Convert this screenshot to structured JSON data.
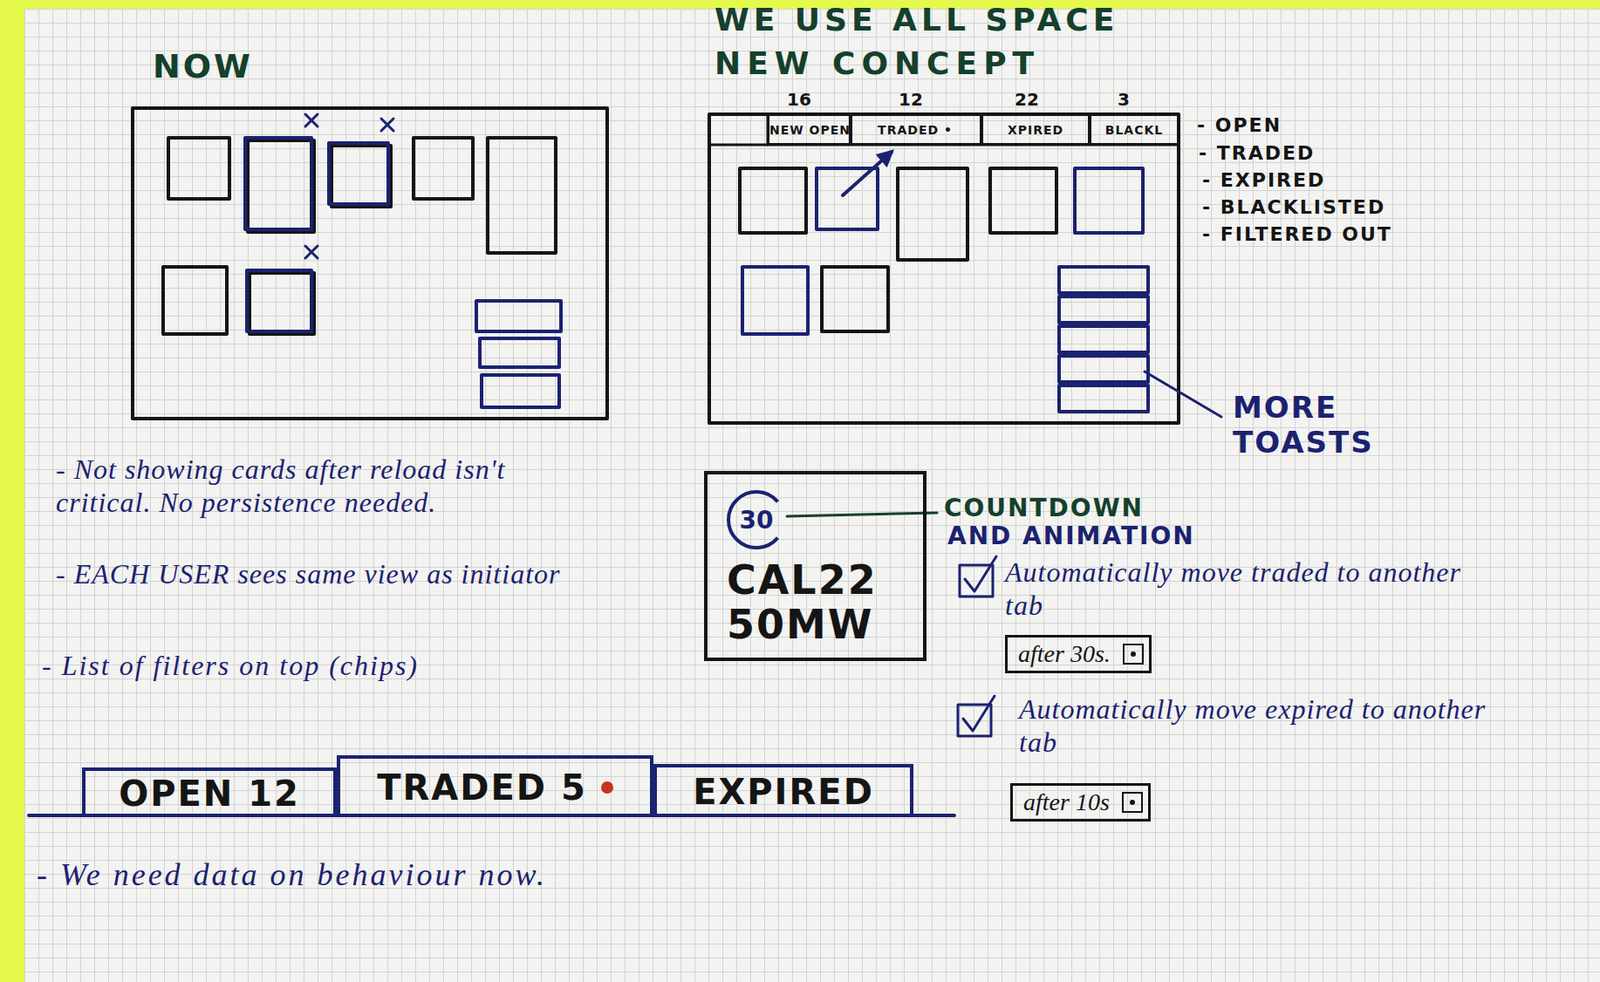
{
  "diagram": {
    "nodes": [
      {
        "text": [
          "NEW OPEN"
        ]
      },
      {
        "text": [
          "TRADED •"
        ]
      },
      {
        "text": [
          "XPIRED"
        ]
      },
      {
        "text": [
          "BLACKL"
        ]
      },
      {
        "text": [
          "CAL22",
          "50MW"
        ]
      },
      {
        "text": [
          "30"
        ],
        "in": 4
      },
      {
        "text": [
          "after 30s."
        ]
      },
      {
        "text": [
          "after 10s"
        ]
      },
      {
        "text": [
          "OPEN 12"
        ]
      },
      {
        "text": [
          "TRADED 5"
        ]
      },
      {
        "text": [
          "EXPIRED"
        ]
      }
    ],
    "labels": [
      "WE USE ALL SPACE",
      "NOW",
      "NEW CONCEPT",
      "16",
      "12",
      "22",
      "3",
      "- OPEN",
      "- TRADED",
      "- EXPIRED",
      "- BLACKLISTED",
      "- FILTERED OUT",
      "MORE TOASTS",
      "- Not showing cards after reload isn't critical. No persistence needed.",
      "- EACH USER sees same view as initiator",
      "- List of filters on top (chips)",
      "COUNTDOWN",
      "AND ANIMATION",
      "Automatically move traded to another tab",
      "Automatically move expired to another tab",
      "- We need data on behaviour now."
    ]
  }
}
